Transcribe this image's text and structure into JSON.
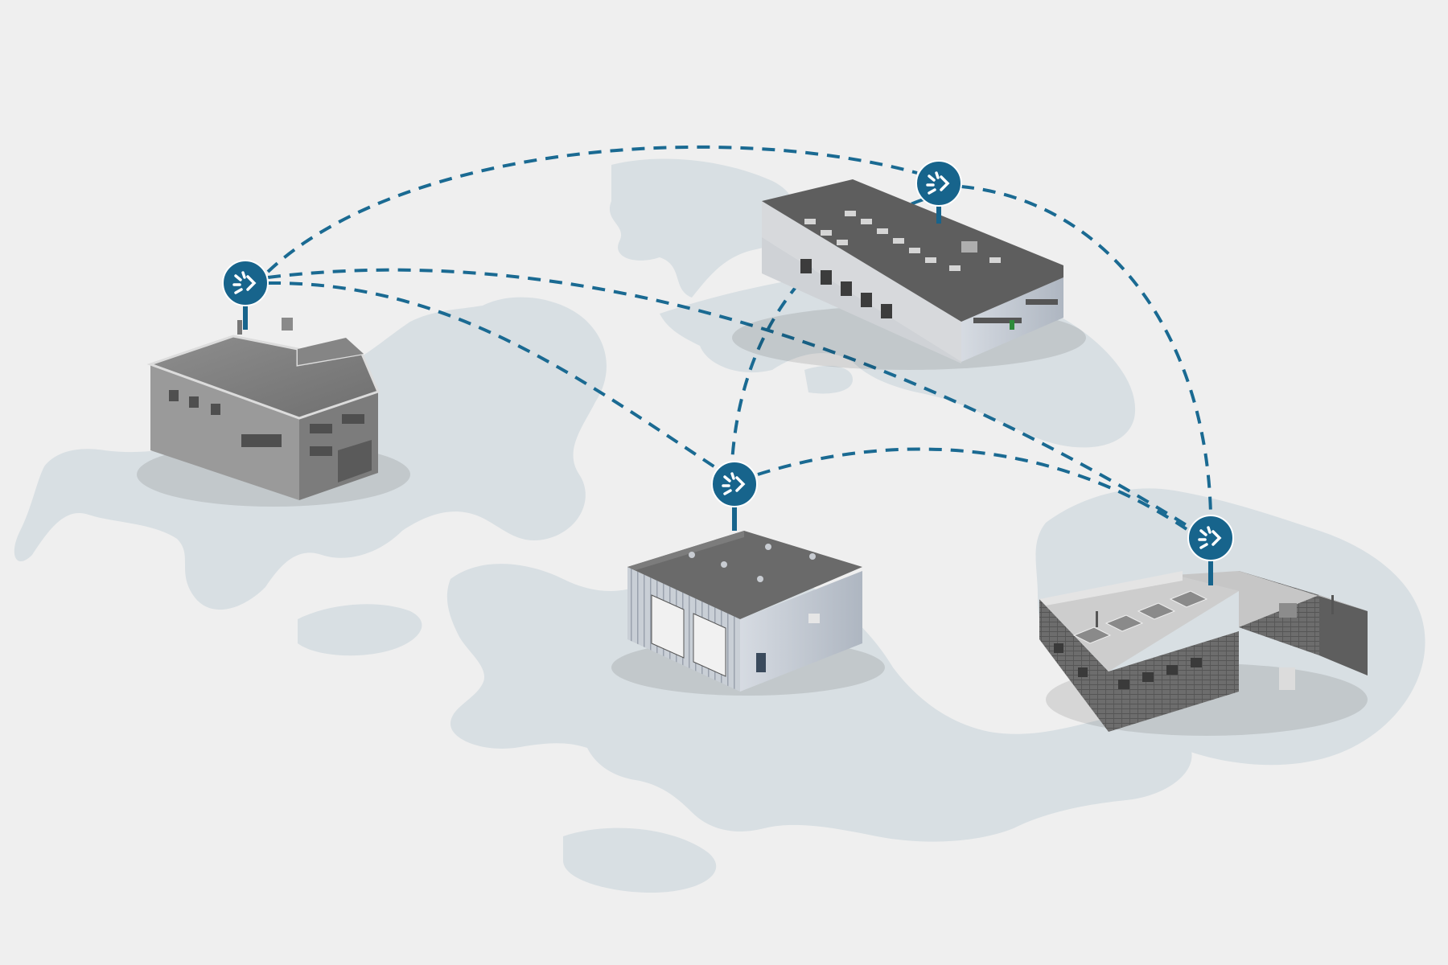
{
  "colors": {
    "background": "#efefef",
    "land": "#d8dfe3",
    "route": "#1a6a92",
    "marker": "#17648c",
    "marker_icon": "#ffffff"
  },
  "marker_icon": "network-node-icon",
  "sites": [
    {
      "id": "office-building",
      "kind": "two-story flat-roof office building"
    },
    {
      "id": "distribution-warehouse",
      "kind": "large warehouse with loading docks"
    },
    {
      "id": "steel-garage",
      "kind": "metal garage with two roll-up doors"
    },
    {
      "id": "brick-factory",
      "kind": "brick industrial building with skylights"
    }
  ],
  "connections": [
    [
      "office-building",
      "distribution-warehouse"
    ],
    [
      "office-building",
      "steel-garage"
    ],
    [
      "office-building",
      "brick-factory"
    ],
    [
      "distribution-warehouse",
      "steel-garage"
    ],
    [
      "distribution-warehouse",
      "brick-factory"
    ],
    [
      "steel-garage",
      "brick-factory"
    ]
  ]
}
